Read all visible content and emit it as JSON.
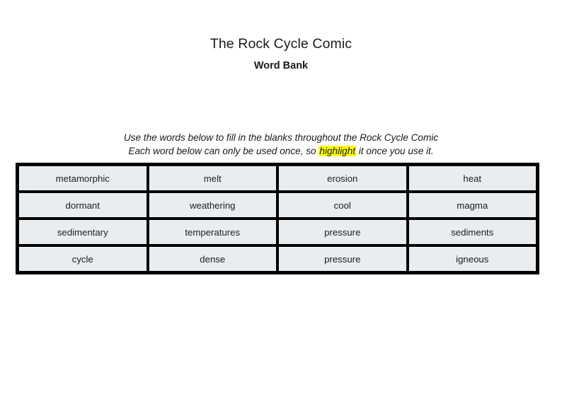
{
  "document": {
    "title": "The Rock Cycle Comic",
    "subtitle": "Word Bank"
  },
  "instructions": {
    "line1": "Use the words below to fill in the blanks throughout the Rock Cycle Comic",
    "line2_before": "Each word below can only be used once, so ",
    "line2_highlight": "highlight",
    "line2_after": " it once you use it.",
    "highlight_color": "#ffff00"
  },
  "word_bank": {
    "columns": 4,
    "rows": [
      [
        "metamorphic",
        "melt",
        "erosion",
        "heat"
      ],
      [
        "dormant",
        "weathering",
        "cool",
        "magma"
      ],
      [
        "sedimentary",
        "temperatures",
        "pressure",
        "sediments"
      ],
      [
        "cycle",
        "dense",
        "pressure",
        "igneous"
      ]
    ],
    "cell_fill": "#e9edf0",
    "border_color": "#000000"
  }
}
